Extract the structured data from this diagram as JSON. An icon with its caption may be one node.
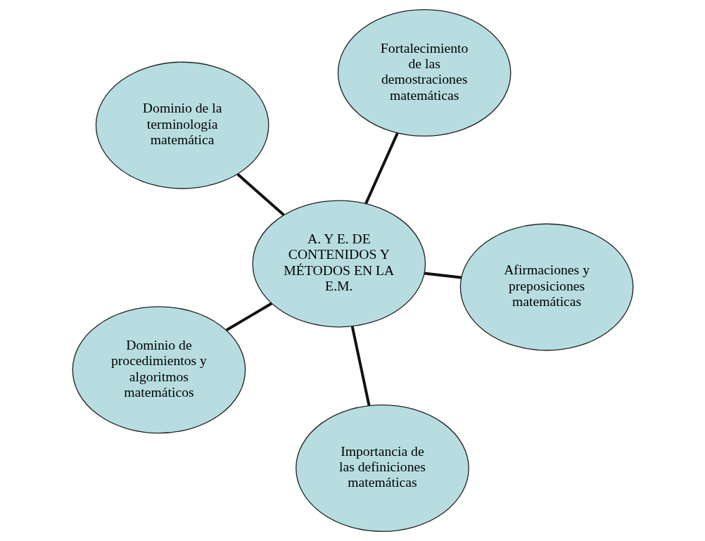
{
  "diagram": {
    "nodes": [
      {
        "text": [
          "Dominio de la terminología matemática"
        ]
      },
      {
        "text": [
          "Afirmaciones y preposiciones matemáticas"
        ]
      },
      {
        "text": [
          "Importancia de las definiciones matemáticas"
        ]
      },
      {
        "text": [
          "A. Y E. DE CONTENIDOS Y MÉTODOS EN LA E.M."
        ]
      },
      {
        "text": [
          "Fortalecimiento de las demostraciones matemáticas"
        ]
      },
      {
        "text": [
          "Dominio de procedimientos y algoritmos matemáticos"
        ]
      }
    ],
    "edges": [
      {
        "from": 3,
        "to": 0,
        "arrow": "none"
      },
      {
        "from": 3,
        "to": 2,
        "arrow": "none"
      },
      {
        "from": 3,
        "to": 5,
        "arrow": "none"
      },
      {
        "from": 3,
        "to": 4,
        "arrow": "none"
      },
      {
        "from": 3,
        "to": 1,
        "arrow": "none"
      }
    ]
  }
}
